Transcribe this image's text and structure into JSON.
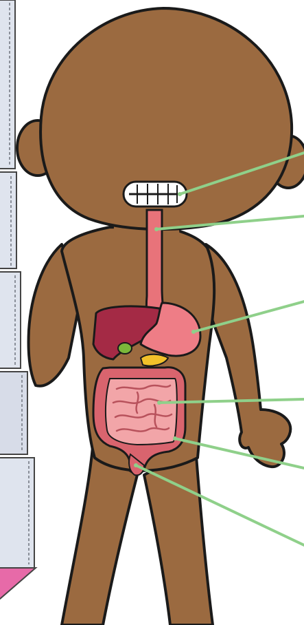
{
  "diagram": {
    "subject": "digestive-system",
    "colors": {
      "skin": "#9b6a40",
      "outline": "#1a1a1a",
      "esophagus": "#e8737a",
      "stomach": "#ee7d86",
      "liver": "#a42a45",
      "gallbladder": "#7bb83a",
      "pancreas": "#f2c12a",
      "intestine": "#f2a5a8",
      "intestine_dark": "#d9646e",
      "leader_line": "#8fd08a",
      "panel_bg": "#dfe4ee",
      "panel_stitch": "#8a8f99",
      "pink_accent": "#e76aa8"
    },
    "label_pointers": [
      {
        "organ": "mouth"
      },
      {
        "organ": "esophagus"
      },
      {
        "organ": "stomach"
      },
      {
        "organ": "small-intestine"
      },
      {
        "organ": "large-intestine"
      },
      {
        "organ": "rectum"
      }
    ]
  }
}
